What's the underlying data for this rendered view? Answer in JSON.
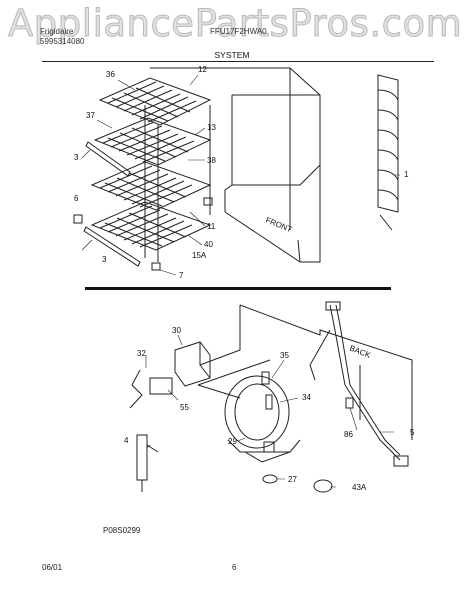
{
  "watermark": "AppliancePartsPros.com",
  "header": {
    "brand": "Frigidaire",
    "model": "FFU17F2HWA0",
    "part_number": "5995314080",
    "title": "SYSTEM"
  },
  "callouts": {
    "c36": "36",
    "c12": "12",
    "c37": "37",
    "c13": "13",
    "c38": "38",
    "c3a": "3",
    "c6": "6",
    "c11": "11",
    "c40": "40",
    "c15a": "15A",
    "c3b": "3",
    "c7": "7",
    "c1": "1",
    "c30": "30",
    "c32": "32",
    "c55": "55",
    "c35": "35",
    "c34": "34",
    "c29": "29",
    "c4": "4",
    "c27": "27",
    "c43a": "43A",
    "c86": "86",
    "c5": "5"
  },
  "labels": {
    "front": "FRONT",
    "back": "BACK"
  },
  "footer": {
    "diagram_code": "P08S0299",
    "date": "06/01",
    "page": "6"
  }
}
